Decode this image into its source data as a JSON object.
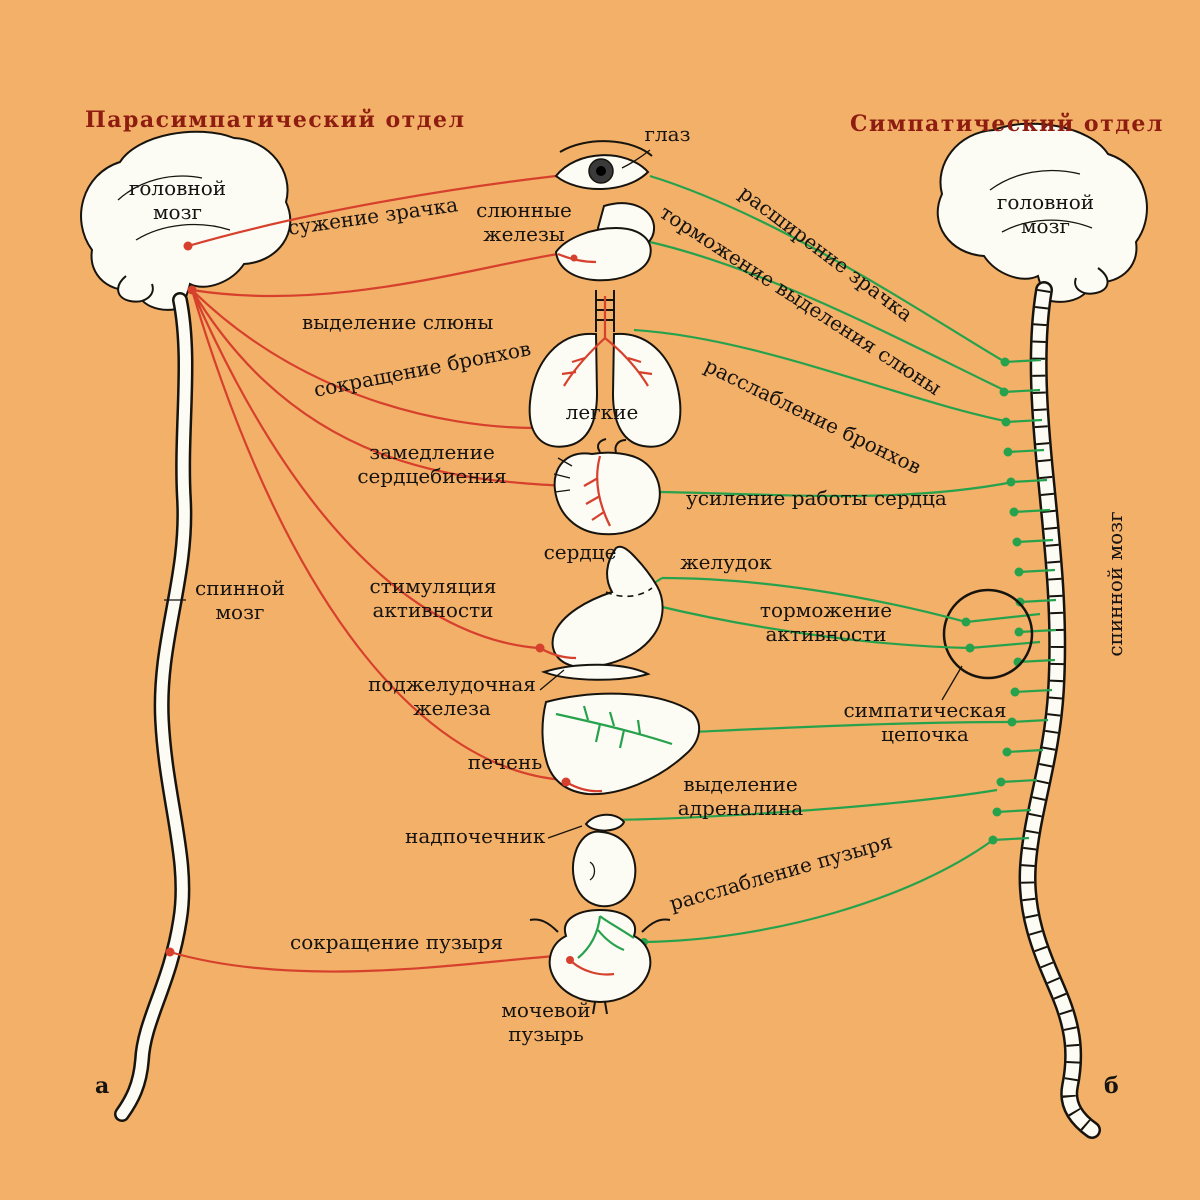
{
  "canvas": {
    "background": "#f2b069"
  },
  "colors": {
    "parasympathetic_line": "#d6402c",
    "sympathetic_line": "#27a24c",
    "title": "#8e1c10",
    "text": "#161310"
  },
  "titles": {
    "left": "Парасимпатический отдел",
    "right": "Симпатический отдел"
  },
  "corners": {
    "left": "а",
    "right": "б"
  },
  "anatomy": {
    "brain_left": "головной мозг",
    "brain_right": "головной мозг",
    "cord_left": "спинной мозг",
    "cord_right": "спинной мозг",
    "eye": "глаз",
    "salivary_glands": "слюнные железы",
    "lungs": "легкие",
    "heart": "сердце",
    "stomach": "желудок",
    "pancreas": "поджелудочная железа",
    "liver": "печень",
    "adrenal": "надпочечник",
    "bladder": "мочевой пузырь"
  },
  "parasympathetic": {
    "pupil": "сужение зрачка",
    "saliva": "выделение слюны",
    "bronchi": "сокращение бронхов",
    "heart": "замедление сердцебиения",
    "stomach": "стимуляция активности",
    "bladder": "сокращение пузыря"
  },
  "sympathetic": {
    "pupil": "расширение зрачка",
    "saliva": "торможение выделения слюны",
    "bronchi": "расслабление бронхов",
    "heart": "усиление работы сердца",
    "stomach": "торможение активности",
    "chain": "симпатическая цепочка",
    "adrenal": "выделение адреналина",
    "bladder": "расслабление пузыря"
  }
}
